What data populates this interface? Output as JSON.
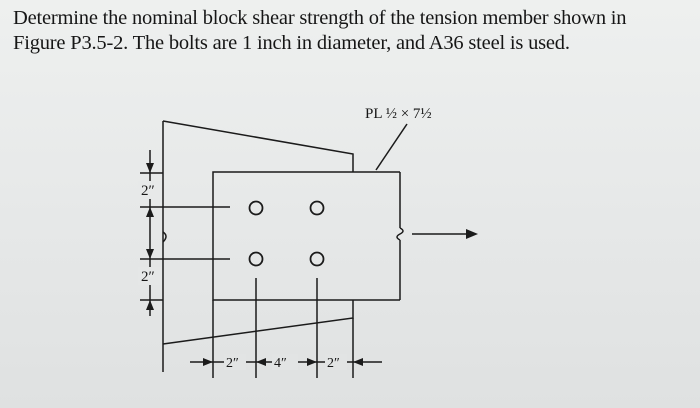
{
  "problem": {
    "line1": "Determine the nominal block shear strength of the tension member shown in",
    "line2": "Figure P3.5-2. The bolts are 1 inch in diameter, and A36 steel is used."
  },
  "figure": {
    "plate_label": "PL ½ × 7½",
    "dim_vertical_top": "2″",
    "dim_vertical_bottom": "2″",
    "dim_horizontal_left": "2″",
    "dim_horizontal_middle": "4″",
    "dim_horizontal_right": "2″"
  },
  "colors": {
    "background": "#e4e6e6",
    "ink": "#161616"
  }
}
